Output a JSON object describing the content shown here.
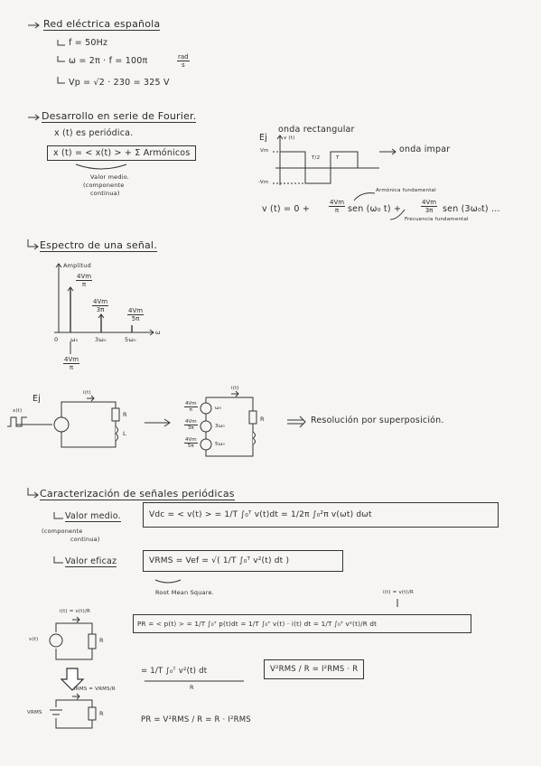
{
  "red": {
    "heading": "Red eléctrica española",
    "line1": "f = 50Hz",
    "line2": "ω = 2π · f = 100π",
    "line2_unit_num": "rad",
    "line2_unit_den": "s",
    "line3": "Vp = √2 · 230 = 325 V"
  },
  "fourier": {
    "heading": "Desarrollo en serie de Fourier.",
    "sub": "x (t) es periódica.",
    "formula": "x (t) = < x(t) > + Σ Armónicos",
    "note1": "Valor medio.",
    "note2": "(componente",
    "note3": "continua)",
    "example_label": "Ej",
    "wave_title": "onda rectangular",
    "wave_axis": "v (t)",
    "wave_vm": "Vm",
    "wave_neg": "-Vm",
    "wave_t2": "T/2",
    "wave_t": "T",
    "odd_label": "onda impar",
    "series": "v (t) = 0 +",
    "term1_num": "4Vm",
    "term1_den": "π",
    "term1_rest": "sen (ω₀ t) +",
    "term2_num": "4Vm",
    "term2_den": "3π",
    "term2_rest": "sen (3ω₀t) ...",
    "fund_harmonic": "Armónica fundamental",
    "fund_freq": "Frecuencia fundamental"
  },
  "spectrum": {
    "heading": "Espectro de una señal.",
    "y_axis": "Amplitud",
    "bar1_num": "4Vm",
    "bar1_den": "π",
    "bar2_num": "4Vm",
    "bar2_den": "3π",
    "bar3_num": "4Vm",
    "bar3_den": "5π",
    "x0": "0",
    "x1": "ω₀",
    "x2": "3ω₀",
    "x3": "5ω₀",
    "x_axis": "ω",
    "under_num": "4Vm",
    "under_den": "π"
  },
  "circuit": {
    "label": "Ej",
    "source": "x(t)",
    "current": "i(t)",
    "r": "R",
    "l": "L",
    "current2": "i(t)",
    "s1_num": "4Vm",
    "s1_den": "π",
    "s1_freq": "ω₀",
    "s2_num": "4Vm",
    "s2_den": "3π",
    "s2_freq": "3ω₀",
    "s3_num": "4Vm",
    "s3_den": "5π",
    "s3_freq": "5ω₀",
    "r2": "R",
    "resolution": "Resolución por superposición."
  },
  "caract": {
    "heading": "Caracterización de señales periódicas",
    "mean_label": "Valor medio.",
    "mean_note1": "(componente",
    "mean_note2": "continua)",
    "mean_formula": "Vdc = < v(t) > = 1/T ∫₀ᵀ v(t)dt = 1/2π ∫₀²π v(ωt) dωt",
    "rms_label": "Valor eficaz",
    "rms_formula": "VRMS = Vef = √( 1/T ∫₀ᵀ v²(t) dt )",
    "rms_note": "Root Mean Square.",
    "i_label": "i(t) = v(t)/R",
    "v_label": "v(t)",
    "r_label": "R",
    "power_formula": "PR = < p(t) > = 1/T ∫₀ᵀ p(t)dt = 1/T ∫₀ᵀ v(t) · i(t) dt = 1/T ∫₀ᵀ v²(t)/R dt",
    "power_top": "i(t) = v(t)/R",
    "power2_left": "= 1/T ∫₀ᵀ v²(t) dt",
    "power2_den": "R",
    "power2_box": "V²RMS / R = I²RMS · R",
    "i_rms": "IRMS = VRMS/R",
    "v_rms": "VRMS",
    "r_rms": "R",
    "pr_final": "PR = V²RMS / R = R · I²RMS"
  }
}
